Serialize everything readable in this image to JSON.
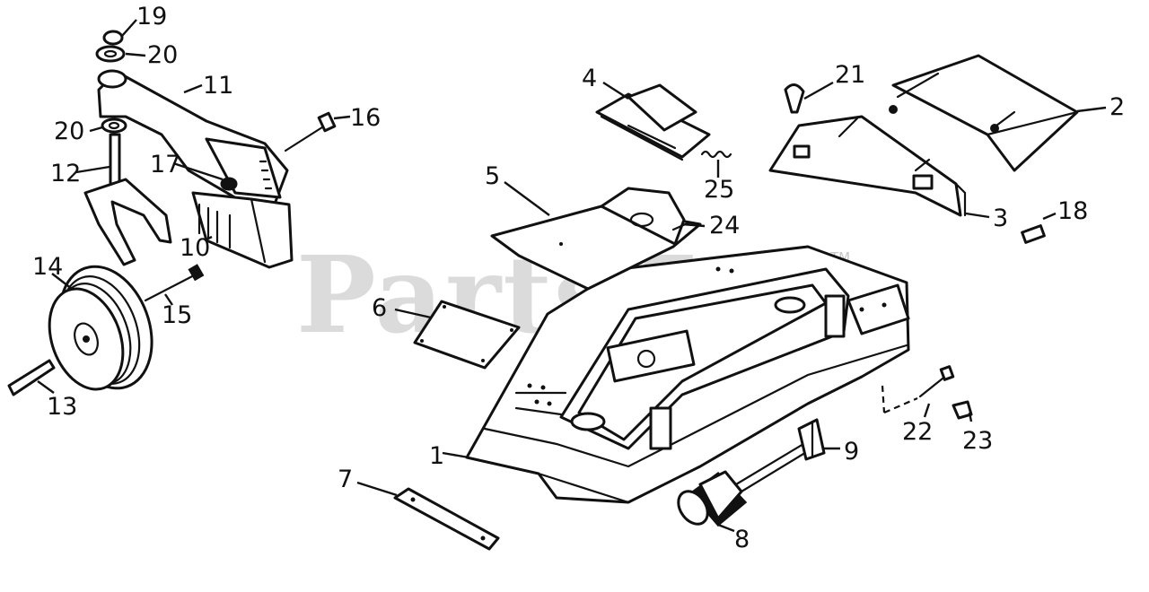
{
  "watermark": {
    "text": "PartsTree",
    "trademark": "TM"
  },
  "callouts": {
    "c1": "1",
    "c2": "2",
    "c3": "3",
    "c4": "4",
    "c5": "5",
    "c6": "6",
    "c7": "7",
    "c8": "8",
    "c9": "9",
    "c10": "10",
    "c11": "11",
    "c12": "12",
    "c13": "13",
    "c14": "14",
    "c15": "15",
    "c16": "16",
    "c17": "17",
    "c18": "18",
    "c19": "19",
    "c20a": "20",
    "c20b": "20",
    "c21": "21",
    "c22": "22",
    "c23": "23",
    "c24": "24",
    "c25": "25"
  }
}
